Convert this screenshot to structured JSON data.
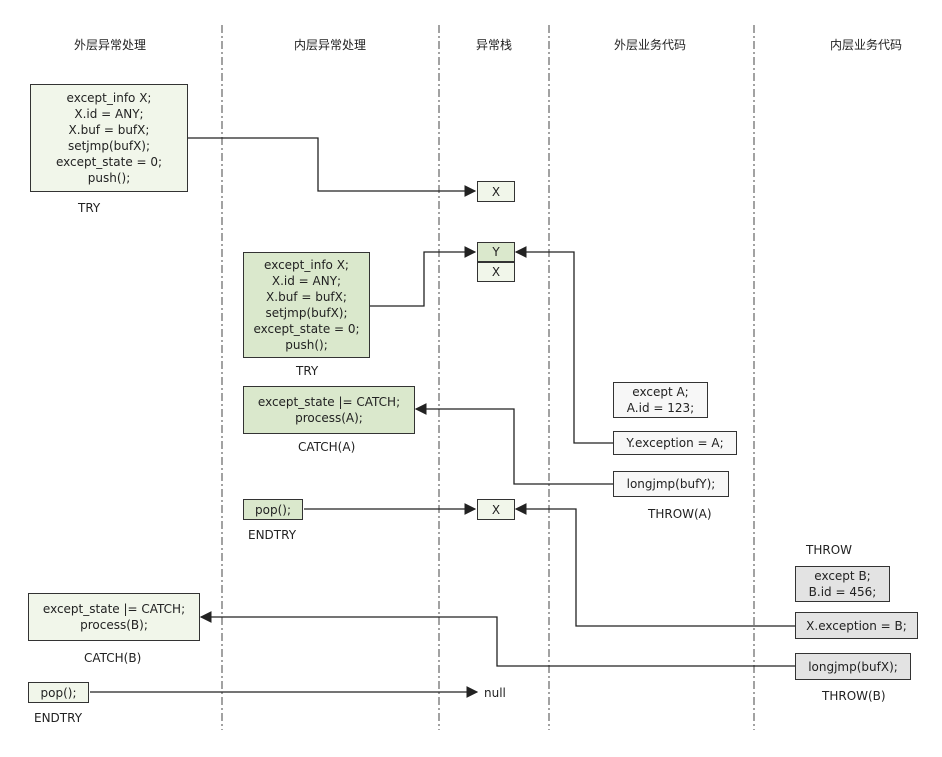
{
  "columns": {
    "outer_handler": "外层异常处理",
    "inner_handler": "内层异常处理",
    "stack": "异常栈",
    "outer_code": "外层业务代码",
    "inner_code": "内层业务代码"
  },
  "outer_try": {
    "lines": [
      "except_info X;",
      "X.id = ANY;",
      "X.buf = bufX;",
      "setjmp(bufX);",
      "except_state = 0;",
      "push();"
    ],
    "label": "TRY"
  },
  "inner_try": {
    "lines": [
      "except_info X;",
      "X.id = ANY;",
      "X.buf = bufX;",
      "setjmp(bufX);",
      "except_state = 0;",
      "push();"
    ],
    "label": "TRY"
  },
  "inner_catch": {
    "lines": [
      "except_state |= CATCH;",
      "process(A);"
    ],
    "label": "CATCH(A)"
  },
  "inner_endtry": {
    "code": "pop();",
    "label": "ENDTRY"
  },
  "outer_catch": {
    "lines": [
      "except_state |= CATCH;",
      "process(B);"
    ],
    "label": "CATCH(B)"
  },
  "outer_endtry": {
    "code": "pop();",
    "label": "ENDTRY"
  },
  "stack": {
    "s1": "X",
    "s2_top": "Y",
    "s2_bottom": "X",
    "s3": "X",
    "s4": "null"
  },
  "throw_a": {
    "decl": [
      "except A;",
      "A.id = 123;"
    ],
    "assign": "Y.exception = A;",
    "jump": "longjmp(bufY);",
    "label": "THROW(A)"
  },
  "throw_b": {
    "title": "THROW",
    "decl": [
      "except B;",
      "B.id = 456;"
    ],
    "assign": "X.exception = B;",
    "jump": "longjmp(bufX);",
    "label": "THROW(B)"
  }
}
